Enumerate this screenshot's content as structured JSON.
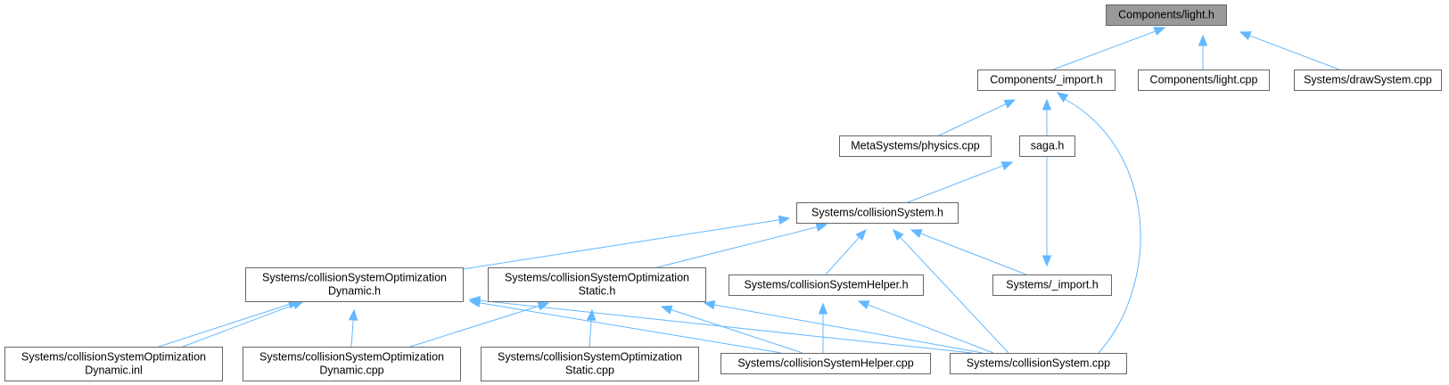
{
  "colors": {
    "edge": "#63b8ff",
    "node_border": "#666666",
    "root_fill": "#999999",
    "node_fill": "#ffffff",
    "text": "#000000"
  },
  "nodes": [
    {
      "id": "light_h",
      "lines": [
        "Components/light.h"
      ],
      "root": true
    },
    {
      "id": "comp_import_h",
      "lines": [
        "Components/_import.h"
      ]
    },
    {
      "id": "light_cpp",
      "lines": [
        "Components/light.cpp"
      ]
    },
    {
      "id": "drawsystem_cpp",
      "lines": [
        "Systems/drawSystem.cpp"
      ]
    },
    {
      "id": "physics_cpp",
      "lines": [
        "MetaSystems/physics.cpp"
      ]
    },
    {
      "id": "saga_h",
      "lines": [
        "saga.h"
      ]
    },
    {
      "id": "collision_h",
      "lines": [
        "Systems/collisionSystem.h"
      ]
    },
    {
      "id": "opt_dyn_h",
      "lines": [
        "Systems/collisionSystemOptimization",
        "Dynamic.h"
      ]
    },
    {
      "id": "opt_static_h",
      "lines": [
        "Systems/collisionSystemOptimization",
        "Static.h"
      ]
    },
    {
      "id": "helper_h",
      "lines": [
        "Systems/collisionSystemHelper.h"
      ]
    },
    {
      "id": "sys_import_h",
      "lines": [
        "Systems/_import.h"
      ]
    },
    {
      "id": "opt_dyn_inl",
      "lines": [
        "Systems/collisionSystemOptimization",
        "Dynamic.inl"
      ]
    },
    {
      "id": "opt_dyn_cpp",
      "lines": [
        "Systems/collisionSystemOptimization",
        "Dynamic.cpp"
      ]
    },
    {
      "id": "opt_static_cpp",
      "lines": [
        "Systems/collisionSystemOptimization",
        "Static.cpp"
      ]
    },
    {
      "id": "helper_cpp",
      "lines": [
        "Systems/collisionSystemHelper.cpp"
      ]
    },
    {
      "id": "collision_cpp",
      "lines": [
        "Systems/collisionSystem.cpp"
      ]
    }
  ],
  "edges": [
    {
      "from": "light_h",
      "to": "comp_import_h"
    },
    {
      "from": "light_h",
      "to": "light_cpp"
    },
    {
      "from": "light_h",
      "to": "drawsystem_cpp"
    },
    {
      "from": "comp_import_h",
      "to": "physics_cpp"
    },
    {
      "from": "comp_import_h",
      "to": "saga_h"
    },
    {
      "from": "comp_import_h",
      "to": "collision_cpp"
    },
    {
      "from": "saga_h",
      "to": "collision_h"
    },
    {
      "from": "saga_h",
      "to": "sys_import_h"
    },
    {
      "from": "collision_h",
      "to": "opt_dyn_h"
    },
    {
      "from": "collision_h",
      "to": "opt_static_h"
    },
    {
      "from": "collision_h",
      "to": "helper_h"
    },
    {
      "from": "collision_h",
      "to": "sys_import_h"
    },
    {
      "from": "collision_h",
      "to": "collision_cpp"
    },
    {
      "from": "opt_dyn_h",
      "to": "opt_dyn_inl"
    },
    {
      "from": "opt_dyn_h",
      "to": "opt_dyn_cpp"
    },
    {
      "from": "opt_dyn_h",
      "to": "helper_cpp"
    },
    {
      "from": "opt_dyn_h",
      "to": "collision_cpp"
    },
    {
      "from": "opt_dyn_inl",
      "to": "opt_dyn_h"
    },
    {
      "from": "opt_static_h",
      "to": "opt_dyn_cpp"
    },
    {
      "from": "opt_static_h",
      "to": "opt_static_cpp"
    },
    {
      "from": "opt_static_h",
      "to": "helper_cpp"
    },
    {
      "from": "opt_static_h",
      "to": "collision_cpp"
    },
    {
      "from": "helper_h",
      "to": "helper_cpp"
    },
    {
      "from": "helper_h",
      "to": "collision_cpp"
    }
  ]
}
